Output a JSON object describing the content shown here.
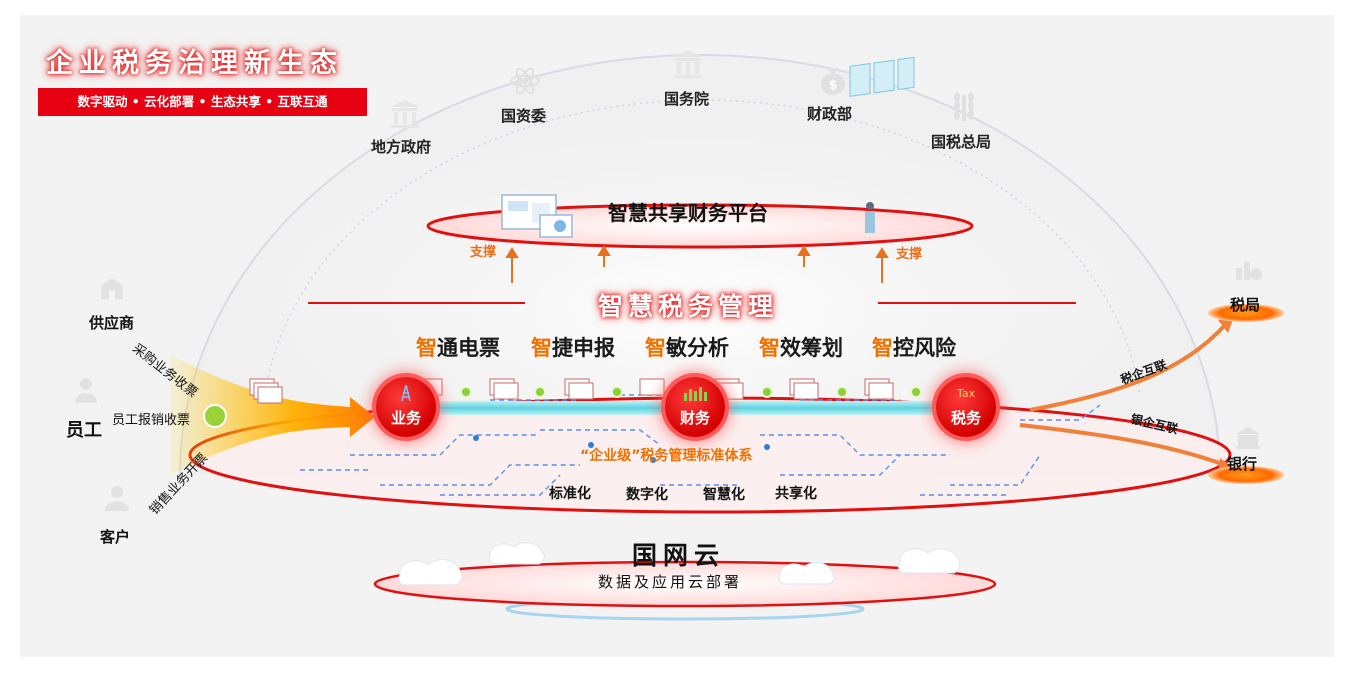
{
  "title": "企业税务治理新生态",
  "slogan": "数字驱动 • 云化部署 • 生态共享 • 互联互通",
  "government": [
    {
      "label": "地方政府",
      "icon": "building-icon"
    },
    {
      "label": "国资委",
      "icon": "atom-icon"
    },
    {
      "label": "国务院",
      "icon": "building-icon"
    },
    {
      "label": "财政部",
      "icon": "money-bag-icon"
    },
    {
      "label": "国税总局",
      "icon": "wheat-emblem-icon"
    }
  ],
  "platform": {
    "title": "智慧共享财务平台",
    "support_left": "支撑",
    "support_right": "支撑"
  },
  "management": {
    "title": "智慧税务管理",
    "features": [
      {
        "prefix": "智",
        "rest": "通电票"
      },
      {
        "prefix": "智",
        "rest": "捷申报"
      },
      {
        "prefix": "智",
        "rest": "敏分析"
      },
      {
        "prefix": "智",
        "rest": "效筹划"
      },
      {
        "prefix": "智",
        "rest": "控风险"
      }
    ]
  },
  "left": {
    "supplier": "供应商",
    "employee": "员工",
    "customer": "客户",
    "flow_purchase": "采购业务收票",
    "flow_expense": "员工报销收票",
    "flow_sales": "销售业务开票"
  },
  "nodes": {
    "business": "业务",
    "finance": "财务",
    "tax": "税务",
    "tax_badge": "Tax"
  },
  "standard": {
    "title": "“企业级”税务管理标准体系",
    "items": [
      "标准化",
      "数字化",
      "智慧化",
      "共享化"
    ]
  },
  "cloud": {
    "title": "国网云",
    "subtitle": "数据及应用云部署"
  },
  "right": {
    "tax_bureau": "税局",
    "bank": "银行",
    "link_tax": "税企互联",
    "link_bank": "银企互联"
  },
  "colors": {
    "brand_red": "#e60012",
    "accent_orange": "#f07000",
    "support_orange": "#e8711d",
    "cyan": "#5fd4e0"
  }
}
